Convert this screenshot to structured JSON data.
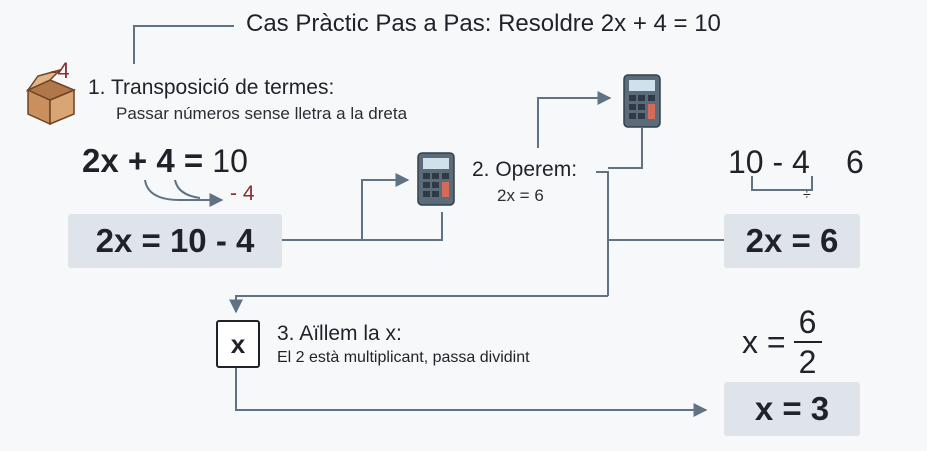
{
  "title": "Cas Pràctic Pas a Pas: Resoldre 2x + 4 = 10",
  "step1": {
    "box_badge": "-4",
    "title": "1. Transposició de termes:",
    "subtitle": "Passar números sense lletra a la dreta",
    "eq_left": "2x + 4 = ",
    "eq_right": "10",
    "minus_note": "- 4",
    "result": "2x = 10 - 4"
  },
  "step2": {
    "title": "2. Operem:",
    "subtitle": "2x = 6",
    "calc_a": "10 - 4",
    "calc_b": "6",
    "calc_mark": "÷",
    "result": "2x = 6"
  },
  "step3": {
    "icon_label": "x",
    "title": "3. Aïllem la x:",
    "subtitle": "El 2 està multiplicant, passa dividint",
    "frac_lhs": "x =",
    "frac_num": "6",
    "frac_den": "2",
    "result": "x = 3"
  },
  "colors": {
    "line": "#5f7384",
    "box": "#dfe4ea",
    "accent": "#8b2d2d",
    "calculator": "#5b6b79"
  }
}
